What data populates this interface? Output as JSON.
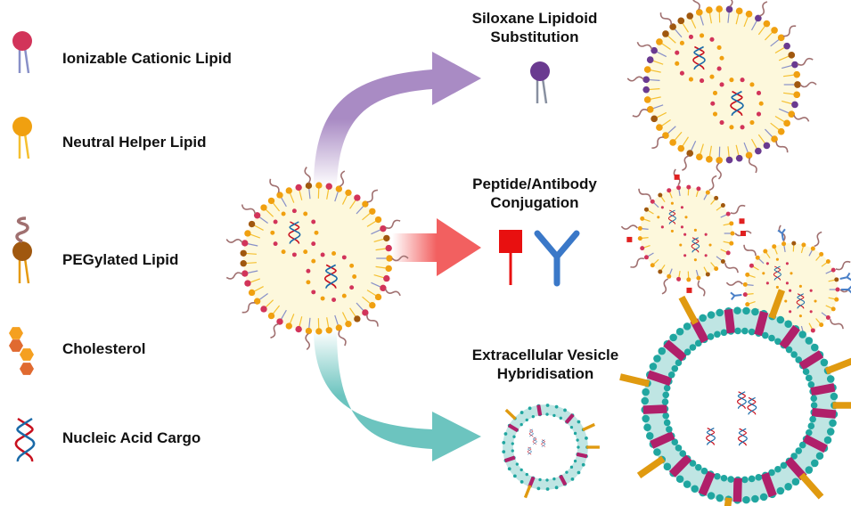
{
  "legend": [
    {
      "label": "Ionizable Cationic Lipid",
      "icon": "ionizable-lipid-icon",
      "color": "#d2345a"
    },
    {
      "label": "Neutral Helper Lipid",
      "icon": "helper-lipid-icon",
      "color": "#f0a010"
    },
    {
      "label": "PEGylated Lipid",
      "icon": "peg-lipid-icon",
      "color": "#a0580f"
    },
    {
      "label": "Cholesterol",
      "icon": "cholesterol-icon",
      "color": "#f5a020"
    },
    {
      "label": "Nucleic Acid Cargo",
      "icon": "dna-icon",
      "color": "#c8101e"
    }
  ],
  "branches": {
    "siloxane": {
      "line1": "Siloxane Lipidoid",
      "line2": "Substitution",
      "color": "#a98bc4"
    },
    "peptide": {
      "line1": "Peptide/Antibody",
      "line2": "Conjugation",
      "color": "#f26060"
    },
    "vesicle": {
      "line1": "Extracellular Vesicle",
      "line2": "Hybridisation",
      "color": "#6cc4bf"
    }
  }
}
